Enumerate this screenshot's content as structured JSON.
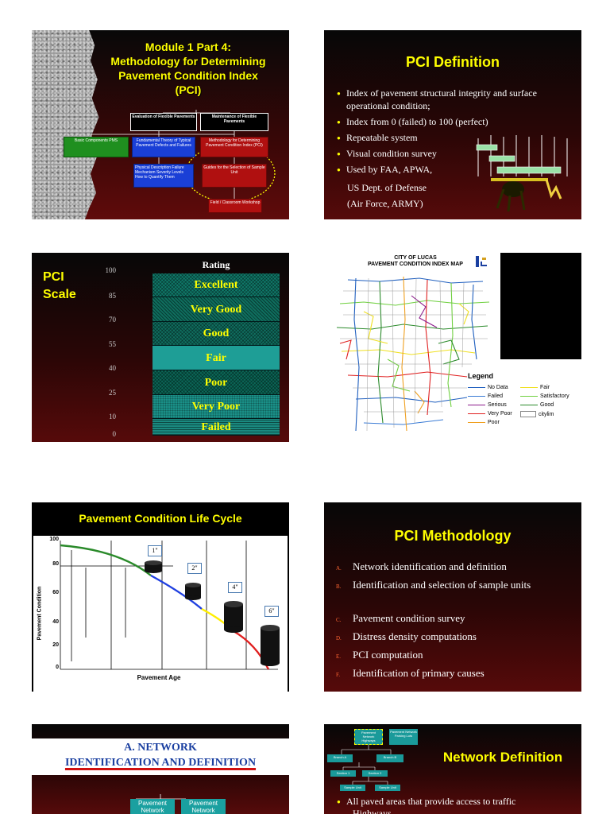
{
  "slide1": {
    "title_lines": [
      "Module 1 Part 4:",
      "Methodology for Determining",
      "Pavement Condition Index",
      "(PCI)"
    ],
    "box_eval": "Evaluation of Flexible Pavements",
    "box_maint": "Maintenance of Flexible Pavements",
    "box_basic": "Basic Components PMS",
    "box_theory": "Fundamental Theory of Typical Pavement Defects and Failures",
    "box_method": "Methodology for Determining Pavement Condition Index (PCI)",
    "box_physical": "Physical Description Failure Mechanism Severity Levels How to Quantify Them",
    "box_guides": "Guides for the Selection of Sample Unit",
    "box_field": "Field / Classroom Workshop"
  },
  "slide2": {
    "title": "PCI Definition",
    "bullets": [
      "Index of pavement structural integrity and surface operational condition;",
      "Index from 0 (failed) to 100 (perfect)",
      "Repeatable system",
      "Visual condition survey",
      "Used by FAA, APWA,"
    ],
    "extra_lines": [
      "US Dept. of Defense",
      "(Air Force, ARMY)"
    ]
  },
  "slide3": {
    "title_lines": [
      "PCI",
      "Scale"
    ],
    "rating_header": "Rating",
    "ticks": [
      "100",
      "85",
      "70",
      "55",
      "40",
      "25",
      "10",
      "0"
    ],
    "ratings": [
      "Excellent",
      "Very Good",
      "Good",
      "Fair",
      "Poor",
      "Very Poor",
      "Failed"
    ]
  },
  "slide4": {
    "title_lines": [
      "CITY OF LUCAS",
      "PAVEMENT CONDITION INDEX MAP"
    ],
    "legend_title": "Legend",
    "legend_left": [
      {
        "label": "No Data",
        "color": "#1f5fbf"
      },
      {
        "label": "Failed",
        "color": "#3a7bd5"
      },
      {
        "label": "Serious",
        "color": "#8b1a8b"
      },
      {
        "label": "Very Poor",
        "color": "#e02020"
      },
      {
        "label": "Poor",
        "color": "#f0a020"
      }
    ],
    "legend_right": [
      {
        "label": "Fair",
        "color": "#f0e020"
      },
      {
        "label": "Satisfactory",
        "color": "#70d040"
      },
      {
        "label": "Good",
        "color": "#2a8a2a"
      },
      {
        "label": "citylim",
        "color": "box"
      }
    ]
  },
  "slide5": {
    "title": "Pavement Condition Life Cycle",
    "y_axis_label": "Pavement Condition",
    "x_axis_label": "Pavement Age",
    "y_ticks": [
      "100",
      "80",
      "60",
      "40",
      "20",
      "0"
    ],
    "cylinders": [
      "1\"",
      "2\"",
      "4\"",
      "6\""
    ]
  },
  "slide6": {
    "title": "PCI Methodology",
    "items": [
      {
        "letter": "A.",
        "text": "Network identification and definition"
      },
      {
        "letter": "B.",
        "text": "Identification and selection of sample units"
      },
      {
        "letter": "C.",
        "text": "Pavement condition survey"
      },
      {
        "letter": "D.",
        "text": "Distress density computations"
      },
      {
        "letter": "E.",
        "text": "PCI computation"
      },
      {
        "letter": "F.",
        "text": "Identification of primary causes"
      }
    ]
  },
  "slide7": {
    "title_lines": [
      "A. NETWORK",
      "IDENTIFICATION AND DEFINITION"
    ],
    "box_a": "Pavement Network",
    "box_b": "Pavement Network"
  },
  "slide8": {
    "title": "Network Definition",
    "box_highways": "Pavement Network Highways",
    "box_parking": "Pavement Network Parking Lots",
    "box_branch_a": "Branch A",
    "box_branch_b": "Branch B",
    "box_section1": "Section 1",
    "box_section2": "Section 2",
    "box_sample1": "Sample Unit",
    "box_sample2": "Sample Unit",
    "bullet": "All paved areas that provide access to traffic",
    "sub": "Highways"
  }
}
